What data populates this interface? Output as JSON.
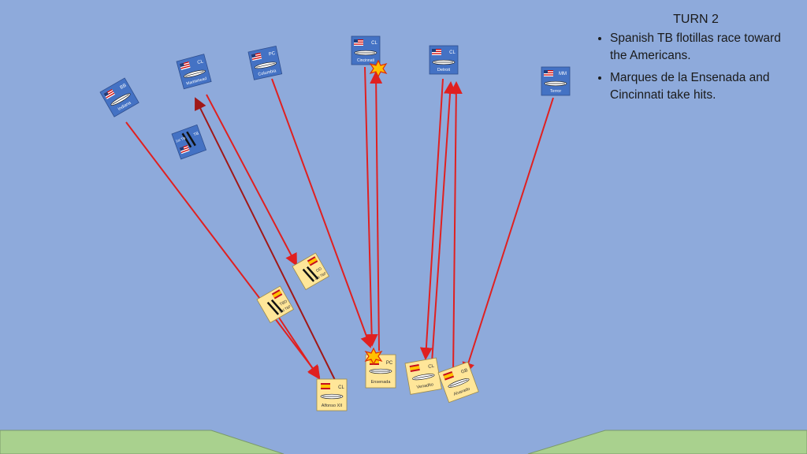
{
  "notes": {
    "turn_label": "TURN 2",
    "bullets": [
      "Spanish TB flotillas race toward the Americans.",
      "Marques de la Ensenada and Cincinnati take hits."
    ]
  },
  "colors": {
    "sea": "#8eaadb",
    "land": "#a9d18e",
    "us_counter": "#4472c4",
    "spanish_counter": "#ffe699",
    "arrow_red": "#e02020",
    "arrow_dark": "#a01818",
    "hit_burst": "#ffc000"
  },
  "counters": {
    "american": [
      {
        "id": "indiana",
        "type": "BB",
        "name": "Indiana"
      },
      {
        "id": "marblehead",
        "type": "CL",
        "name": "Marblehead"
      },
      {
        "id": "columbia",
        "type": "PC",
        "name": "Columbia"
      },
      {
        "id": "cincinnati",
        "type": "CL",
        "name": "Cincinnati"
      },
      {
        "id": "detroit",
        "type": "CL",
        "name": "Detroit"
      },
      {
        "id": "terror",
        "type": "MM",
        "name": "Terror"
      },
      {
        "id": "us-tb-flotilla",
        "type": "TB",
        "name": "1st TB"
      }
    ],
    "spanish": [
      {
        "id": "alfonso",
        "type": "CL",
        "name": "Alfonso XII"
      },
      {
        "id": "ensenada",
        "type": "PC",
        "name": "Ensenada"
      },
      {
        "id": "venadito",
        "type": "CL",
        "name": "Venadito"
      },
      {
        "id": "alvarado",
        "type": "GB",
        "name": "Alvarado"
      },
      {
        "id": "dd-flotilla",
        "type": "DD",
        "name": "4th TBF"
      },
      {
        "id": "tbd-flotilla",
        "type": "TBD",
        "name": "3rd TBF"
      }
    ]
  }
}
